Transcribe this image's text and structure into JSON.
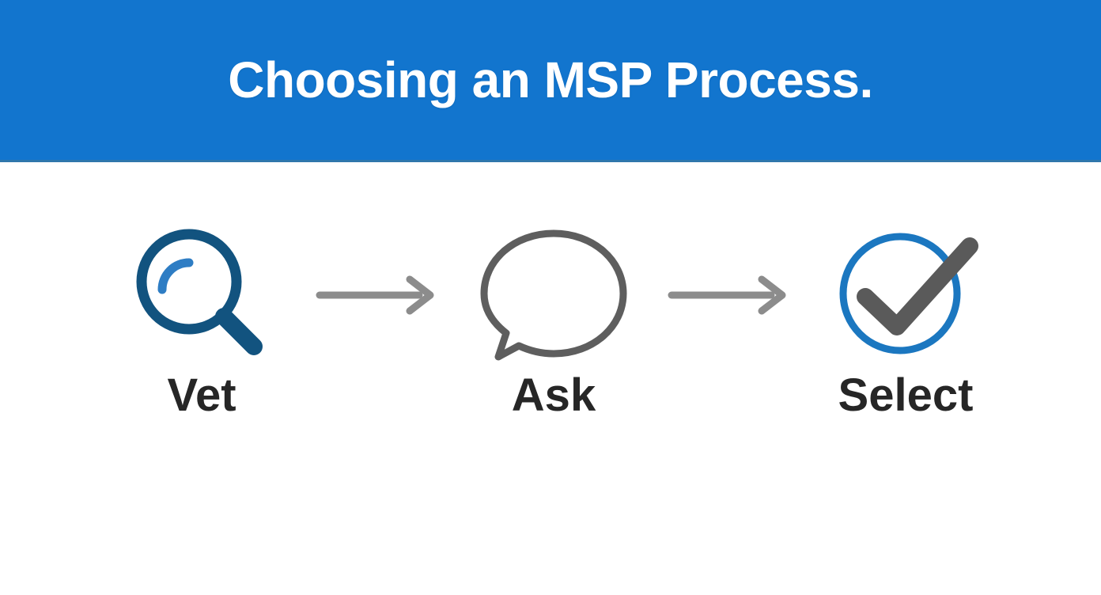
{
  "banner": {
    "title": "Choosing an MSP Process.",
    "background_color": "#1275CE",
    "text_color": "#FFFFFF",
    "divider_color": "#2F77AC"
  },
  "page": {
    "background_color": "#FFFFFF"
  },
  "process": {
    "steps": [
      {
        "id": "vet",
        "label": "Vet",
        "icon": "magnifying-glass-icon",
        "icon_color": "#12537F",
        "icon_accent_color": "#2E7DC4",
        "label_color": "#262626"
      },
      {
        "id": "ask",
        "label": "Ask",
        "icon": "speech-bubble-icon",
        "icon_color": "#5E5E5E",
        "label_color": "#262626"
      },
      {
        "id": "select",
        "label": "Select",
        "icon": "check-circle-icon",
        "icon_color": "#1B77C0",
        "icon_accent_color": "#5A5A5A",
        "label_color": "#262626"
      }
    ],
    "connectors": [
      {
        "id": "arrow-1",
        "icon": "arrow-right-icon",
        "color": "#8C8C8C"
      },
      {
        "id": "arrow-2",
        "icon": "arrow-right-icon",
        "color": "#8C8C8C"
      }
    ]
  }
}
